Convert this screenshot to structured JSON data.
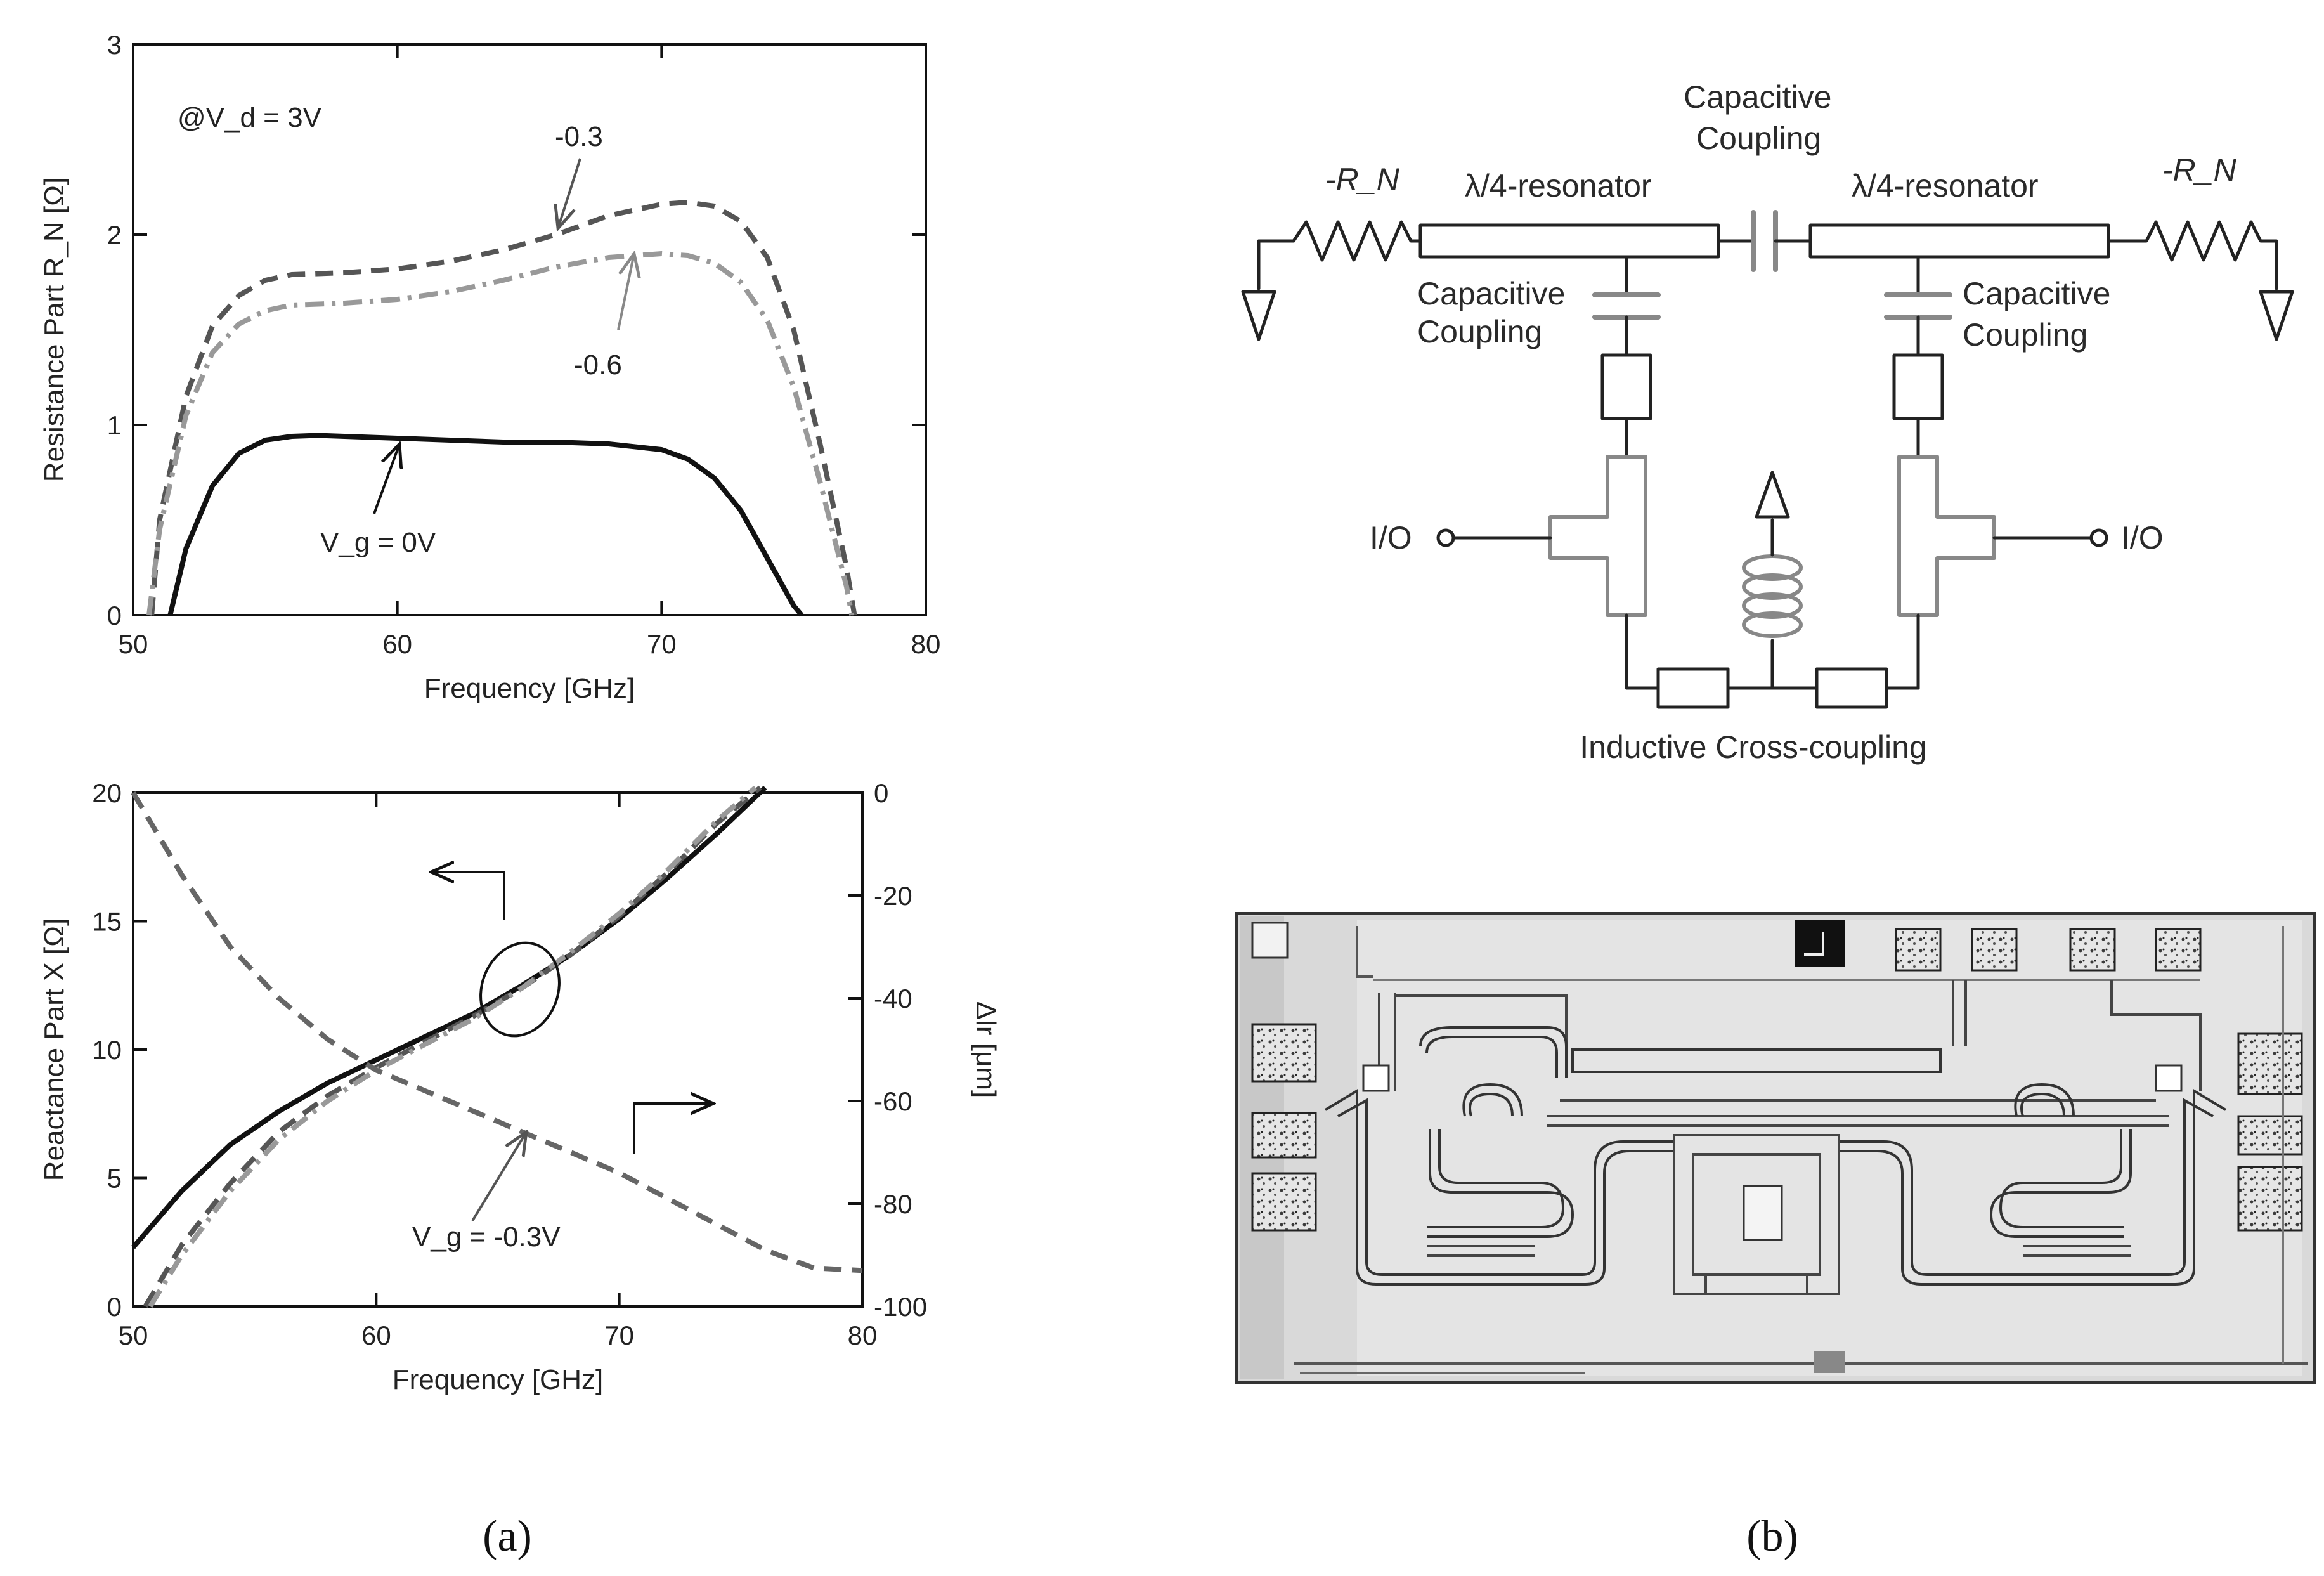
{
  "panels": {
    "a": {
      "caption": "(a)"
    },
    "b": {
      "caption": "(b)"
    }
  },
  "chart_data": [
    {
      "type": "line",
      "xlabel": "Frequency [GHz]",
      "ylabel": "Resistance Part R_N [Ω]",
      "xlim": [
        50,
        80
      ],
      "ylim": [
        0,
        3
      ],
      "xticks": [
        "50",
        "60",
        "70",
        "80"
      ],
      "yticks": [
        "0",
        "1",
        "2",
        "3"
      ],
      "annotations": {
        "condition": "@V_d = 3V",
        "lbl_0": "V_g = 0V",
        "lbl_m03": "-0.3",
        "lbl_m06": "-0.6"
      },
      "series": [
        {
          "name": "V_g = 0V",
          "color": "#111111",
          "dash": "solid",
          "x": [
            51.4,
            52,
            53,
            54,
            55,
            56,
            57,
            58,
            60,
            62,
            64,
            66,
            68,
            70,
            71,
            72,
            73,
            74,
            75,
            75.3
          ],
          "y": [
            0.0,
            0.35,
            0.68,
            0.85,
            0.92,
            0.94,
            0.945,
            0.94,
            0.93,
            0.92,
            0.91,
            0.91,
            0.9,
            0.87,
            0.82,
            0.72,
            0.55,
            0.3,
            0.05,
            0.0
          ]
        },
        {
          "name": "-0.3",
          "color": "#555555",
          "dash": "dash",
          "x": [
            50.7,
            51,
            52,
            53,
            54,
            55,
            56,
            58,
            60,
            62,
            64,
            66,
            68,
            70,
            71,
            72,
            73,
            74,
            75,
            76,
            77,
            77.3
          ],
          "y": [
            0.0,
            0.5,
            1.15,
            1.52,
            1.68,
            1.76,
            1.79,
            1.8,
            1.82,
            1.86,
            1.92,
            2.0,
            2.1,
            2.16,
            2.17,
            2.15,
            2.07,
            1.88,
            1.5,
            0.9,
            0.25,
            0.0
          ]
        },
        {
          "name": "-0.6",
          "color": "#999999",
          "dash": "dashdot",
          "x": [
            50.6,
            51,
            52,
            53,
            54,
            55,
            56,
            58,
            60,
            62,
            64,
            66,
            68,
            70,
            71,
            72,
            73,
            74,
            75,
            76,
            77,
            77.2
          ],
          "y": [
            0.0,
            0.45,
            1.05,
            1.38,
            1.53,
            1.6,
            1.63,
            1.64,
            1.66,
            1.7,
            1.76,
            1.83,
            1.88,
            1.9,
            1.89,
            1.85,
            1.75,
            1.55,
            1.2,
            0.7,
            0.15,
            0.0
          ]
        }
      ]
    },
    {
      "type": "line",
      "xlabel": "Frequency [GHz]",
      "ylabel": "Reactance Part X [Ω]",
      "y2label": "Δlr [μm]",
      "xlim": [
        50,
        80
      ],
      "ylim": [
        0,
        20
      ],
      "y2lim": [
        -100,
        0
      ],
      "xticks": [
        "50",
        "60",
        "70",
        "80"
      ],
      "yticks": [
        "0",
        "5",
        "10",
        "15",
        "20"
      ],
      "y2ticks": [
        "0",
        "-20",
        "-40",
        "-60",
        "-80",
        "-100"
      ],
      "annotations": {
        "label": "V_g = -0.3V"
      },
      "series": [
        {
          "axis": "left",
          "color": "#111111",
          "dash": "solid",
          "x": [
            50,
            52,
            54,
            56,
            58,
            60,
            62,
            64,
            66,
            68,
            70,
            72,
            74,
            76
          ],
          "y": [
            2.3,
            4.5,
            6.3,
            7.6,
            8.7,
            9.6,
            10.5,
            11.4,
            12.5,
            13.7,
            15.1,
            16.7,
            18.4,
            20.2
          ]
        },
        {
          "axis": "left",
          "color": "#555555",
          "dash": "dash",
          "x": [
            50.5,
            52,
            54,
            56,
            58,
            60,
            62,
            64,
            66,
            68,
            70,
            72,
            74,
            75.8
          ],
          "y": [
            0.0,
            2.4,
            4.8,
            6.8,
            8.2,
            9.3,
            10.3,
            11.3,
            12.4,
            13.7,
            15.2,
            16.9,
            18.8,
            20.2
          ]
        },
        {
          "axis": "left",
          "color": "#999999",
          "dash": "dashdot",
          "x": [
            50.7,
            52,
            54,
            56,
            58,
            60,
            62,
            64,
            66,
            68,
            70,
            72,
            74,
            75.6
          ],
          "y": [
            0.0,
            2.0,
            4.5,
            6.5,
            8.0,
            9.2,
            10.2,
            11.2,
            12.4,
            13.8,
            15.3,
            17.0,
            18.9,
            20.2
          ]
        },
        {
          "axis": "right",
          "color": "#666666",
          "dash": "dash",
          "x": [
            50,
            52,
            54,
            56,
            58,
            60,
            62,
            64,
            66,
            68,
            70,
            72,
            74,
            76,
            78,
            80
          ],
          "y": [
            0.0,
            -16,
            -30,
            -40,
            -48,
            -54,
            -58,
            -62,
            -66,
            -70,
            -74,
            -79,
            -84,
            -89,
            -92.5,
            -93
          ]
        }
      ]
    }
  ],
  "schematic": {
    "capacitive_coupling_top": [
      "Capacitive",
      "Coupling"
    ],
    "resonator_left": "λ/4-resonator",
    "resonator_right": "λ/4-resonator",
    "neg_rn_left": "-R_N",
    "neg_rn_right": "-R_N",
    "capacitive_coupling_left": [
      "Capacitive",
      "Coupling"
    ],
    "capacitive_coupling_right": [
      "Capacitive",
      "Coupling"
    ],
    "io_left": "I/O",
    "io_right": "I/O",
    "inductive": "Inductive Cross-coupling"
  },
  "photo": {
    "description_hidden": ""
  }
}
